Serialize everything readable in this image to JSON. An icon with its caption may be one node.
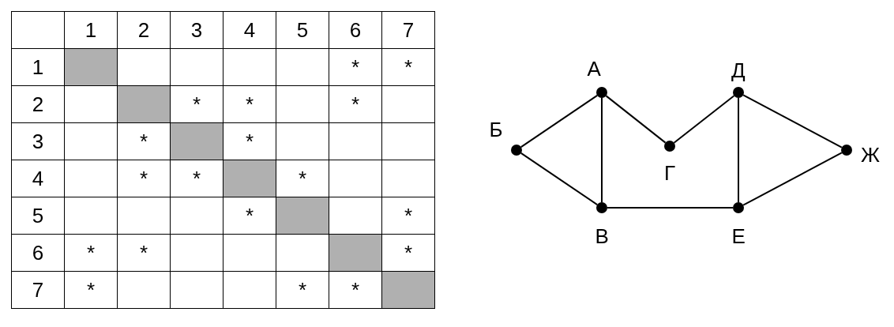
{
  "diagram": {
    "nodes": [
      {
        "text": [],
        "shape": "circle",
        "beside": [
          "Б"
        ]
      },
      {
        "text": [],
        "shape": "circle",
        "beside": [
          "А"
        ]
      },
      {
        "text": [],
        "shape": "circle",
        "beside": [
          "В"
        ]
      },
      {
        "text": [],
        "shape": "circle",
        "beside": [
          "Г"
        ]
      },
      {
        "text": [],
        "shape": "circle",
        "beside": [
          "Д"
        ]
      },
      {
        "text": [],
        "shape": "circle",
        "beside": [
          "Е"
        ]
      },
      {
        "text": [],
        "shape": "circle",
        "beside": [
          "Ж"
        ]
      }
    ],
    "edges": [
      {
        "from": 0,
        "to": 1,
        "arrow": "none"
      },
      {
        "from": 0,
        "to": 2,
        "arrow": "none"
      },
      {
        "from": 1,
        "to": 2,
        "arrow": "none"
      },
      {
        "from": 1,
        "to": 3,
        "arrow": "none"
      },
      {
        "from": 3,
        "to": 4,
        "arrow": "none"
      },
      {
        "from": 4,
        "to": 5,
        "arrow": "none"
      },
      {
        "from": 4,
        "to": 6,
        "arrow": "none"
      },
      {
        "from": 2,
        "to": 5,
        "arrow": "none"
      },
      {
        "from": 5,
        "to": 6,
        "arrow": "none"
      }
    ],
    "labels": [
      "1",
      "2",
      "3",
      "4",
      "5",
      "6",
      "7",
      "1",
      "*",
      "*",
      "2",
      "*",
      "*",
      "*",
      "3",
      "*",
      "*",
      "4",
      "*",
      "*",
      "*",
      "5",
      "*",
      "*",
      "6",
      "*",
      "*",
      "*",
      "7",
      "*",
      "*",
      "*"
    ]
  }
}
